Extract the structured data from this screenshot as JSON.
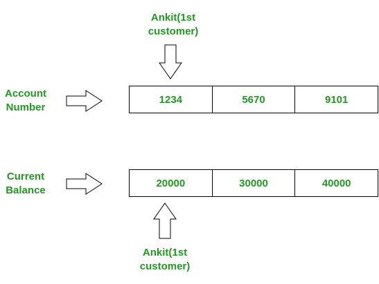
{
  "colors": {
    "text_green": "#1f9b1f",
    "stroke": "#000000",
    "background": "#ffffff"
  },
  "top_pointer": {
    "label_line1": "Ankit(1st",
    "label_line2": "customer)",
    "icon": "down-arrow-icon"
  },
  "account_row": {
    "label_line1": "Account",
    "label_line2": "Number",
    "icon": "right-arrow-icon",
    "cells": [
      "1234",
      "5670",
      "9101"
    ]
  },
  "balance_row": {
    "label_line1": "Current",
    "label_line2": "Balance",
    "icon": "right-arrow-icon",
    "cells": [
      "20000",
      "30000",
      "40000"
    ]
  },
  "bottom_pointer": {
    "label_line1": "Ankit(1st",
    "label_line2": "customer)",
    "icon": "up-arrow-icon"
  }
}
